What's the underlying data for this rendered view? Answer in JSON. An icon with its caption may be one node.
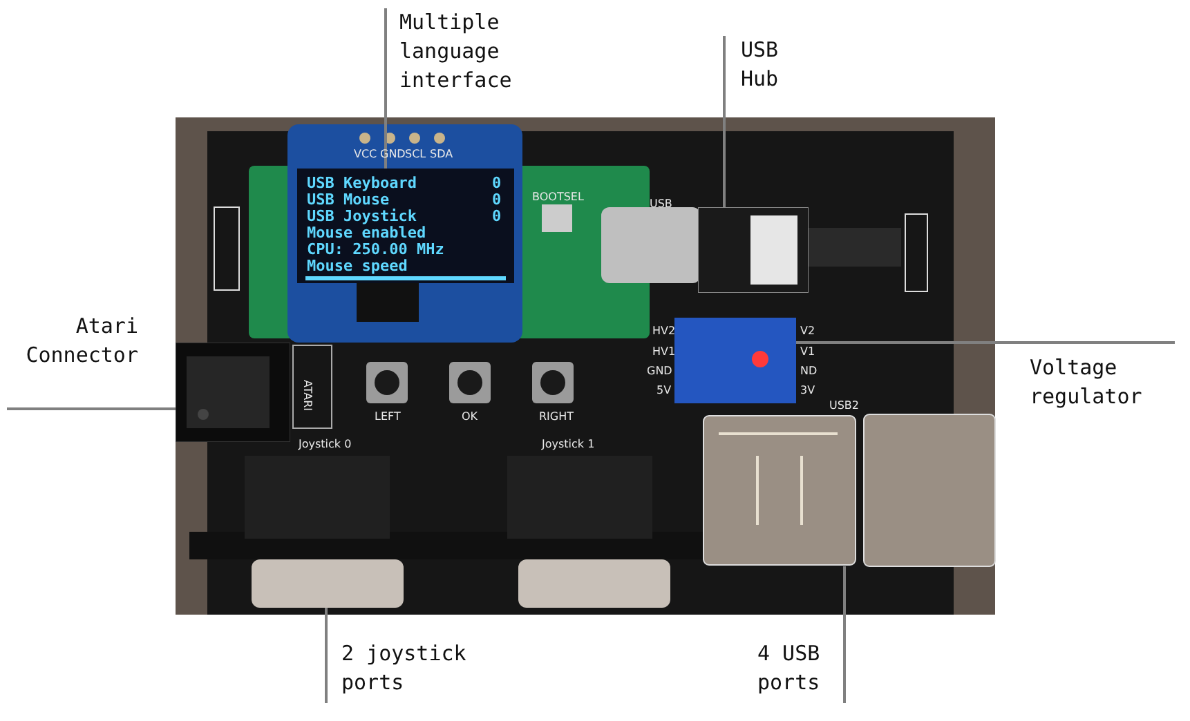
{
  "diagram": {
    "nodes": [
      {
        "text": [
          "Multiple language interface"
        ]
      },
      {
        "text": [
          "USB Hub"
        ]
      },
      {
        "text": [
          "Atari Connector"
        ]
      },
      {
        "text": [
          "Voltage regulator"
        ]
      },
      {
        "text": [
          "2 joystick ports"
        ]
      },
      {
        "text": [
          "4 USB ports"
        ]
      },
      {
        "text": [],
        "shape": "picture"
      },
      {
        "text": [],
        "shape": "picture"
      },
      {
        "text": [],
        "shape": "picture"
      },
      {
        "text": [],
        "shape": "picture"
      },
      {
        "text": [],
        "shape": "picture"
      },
      {
        "text": [],
        "shape": "picture"
      }
    ],
    "edges": [
      {
        "from": 0,
        "to": 6,
        "arrow": "none"
      },
      {
        "from": 1,
        "to": 7,
        "arrow": "none"
      },
      {
        "from": 2,
        "to": 8,
        "arrow": "none"
      },
      {
        "from": 3,
        "to": 9,
        "arrow": "none"
      },
      {
        "from": 4,
        "to": 10,
        "arrow": "none"
      },
      {
        "from": 5,
        "to": 11,
        "arrow": "none"
      }
    ],
    "labels": [
      "USB Keyboard",
      "0",
      "USB Mouse",
      "0",
      "USB Joystick",
      "0",
      "Mouse enabled",
      "CPU: 250.00 MHz",
      "Mouse speed",
      "VCC",
      "GND",
      "SCL",
      "SDA",
      "BOOTSEL",
      "USB",
      "HV2",
      "HV1",
      "GND",
      "5V",
      "V2",
      "V1",
      "ND",
      "3V",
      "ATARI",
      "LEFT",
      "OK",
      "RIGHT",
      "Joystick 0",
      "Joystick 1",
      "USB2"
    ]
  }
}
